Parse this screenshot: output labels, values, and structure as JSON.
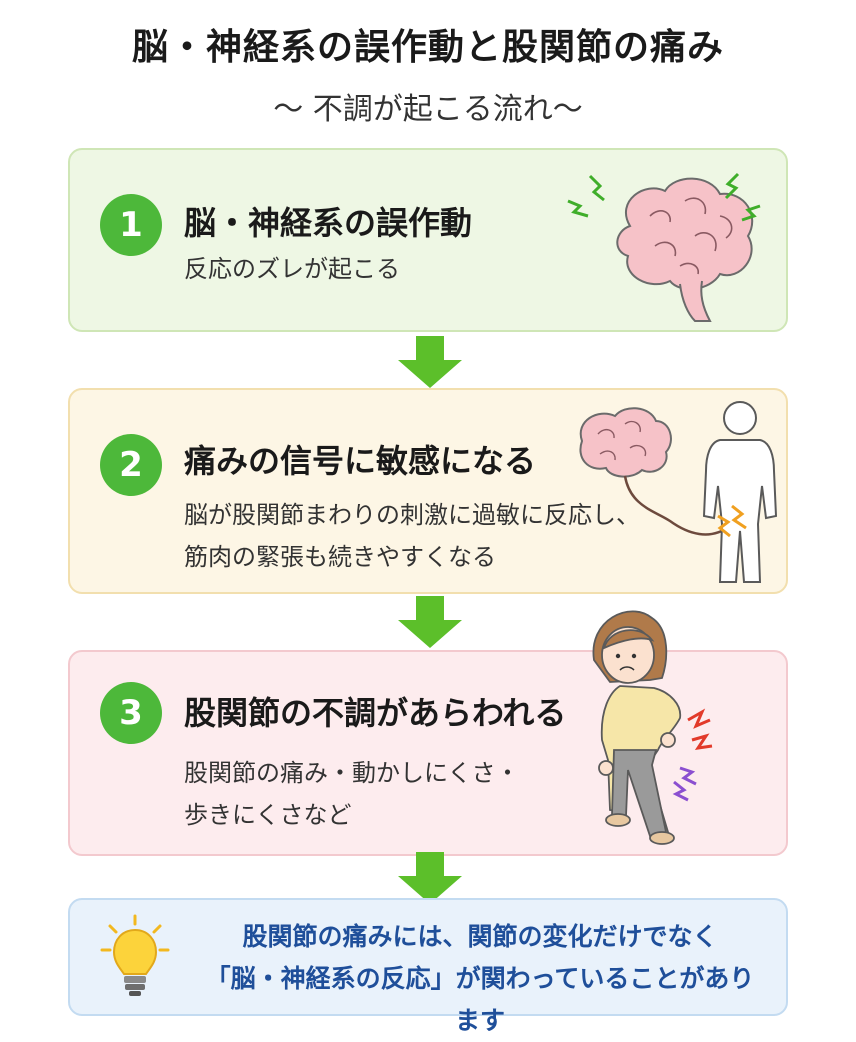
{
  "title": "脳・神経系の誤作動と股関節の痛み",
  "subtitle": "〜 不調が起こる流れ〜",
  "steps": [
    {
      "number": "1",
      "heading": "脳・神経系の誤作動",
      "lines": [
        "反応のズレが起こる"
      ],
      "illustration": "brain-icon"
    },
    {
      "number": "2",
      "heading": "痛みの信号に敏感になる",
      "lines": [
        "脳が股関節まわりの刺激に過敏に反応し、",
        "筋肉の緊張も続きやすくなる"
      ],
      "illustration": "brain-body-nerve-icon"
    },
    {
      "number": "3",
      "heading": "股関節の不調があらわれる",
      "lines": [
        "股関節の痛み・動かしにくさ・",
        "歩きにくさなど"
      ],
      "illustration": "woman-hip-pain-icon"
    }
  ],
  "note": {
    "icon": "lightbulb-icon",
    "line1": "股関節の痛みには、関節の変化だけでなく",
    "line2": "「脳・神経系の反応」が関わっていることがあります"
  },
  "colors": {
    "step_number": "#4db83a",
    "arrow": "#5cbf2a",
    "card1_bg": "#eef7e4",
    "card2_bg": "#fdf6e5",
    "card3_bg": "#fdecee",
    "note_bg": "#e9f2fb",
    "note_text": "#1f4f9a"
  }
}
